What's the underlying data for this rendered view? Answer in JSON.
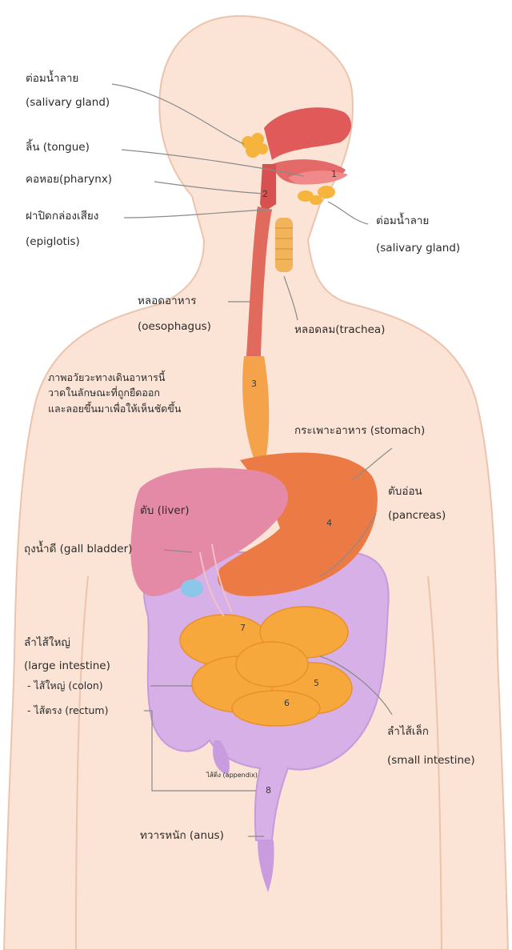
{
  "labels": {
    "salivary_gland_th_upper": "ต่อมน้ำลาย",
    "salivary_gland_en_upper": "(salivary gland)",
    "tongue": "ลิ้น (tongue)",
    "pharynx": "คอหอย(pharynx)",
    "epiglottis_th": "ฝาปิดกล่องเสียง",
    "epiglottis_en": "(epiglotis)",
    "salivary_gland_th_right": "ต่อมน้ำลาย",
    "salivary_gland_en_right": "(salivary gland)",
    "oesophagus_th": "หลอดอาหาร",
    "oesophagus_en": "(oesophagus)",
    "trachea": "หลอดลม(trachea)",
    "note_line1": "ภาพอวัยวะทางเดินอาหารนี้",
    "note_line2": "วาดในลักษณะที่ถูกยืดออก",
    "note_line3": "และลอยขึ้นมาเพื่อให้เห็นชัดขึ้น",
    "stomach": "กระเพาะอาหาร (stomach)",
    "pancreas_th": "ตับอ่อน",
    "pancreas_en": "(pancreas)",
    "liver": "ตับ (liver)",
    "gall_bladder": "ถุงน้ำดี (gall bladder)",
    "large_intestine_th": "ลำไส้ใหญ่",
    "large_intestine_en": "(large intestine)",
    "colon": "- ไส้ใหญ่ (colon)",
    "rectum": "- ไส้ตรง (rectum)",
    "small_intestine_th": "ลำไส้เล็ก",
    "small_intestine_en": "(small intestine)",
    "appendix": "ไส้ติ่ง (appendix)",
    "anus": "ทวารหนัก (anus)"
  },
  "numbers": {
    "n1": "1",
    "n2": "2",
    "n3": "3",
    "n4": "4",
    "n5": "5",
    "n6": "6",
    "n7": "7",
    "n8": "8"
  },
  "colors": {
    "skin": "#fbe4d6",
    "skin_outline": "#e8b9a2",
    "mouth_tract": "#e05a5a",
    "salivary": "#f5b43c",
    "oesophagus": "#e06a5c",
    "stomach": "#ec7a45",
    "liver": "#e58aa6",
    "gall_bladder": "#8ac7e8",
    "intestine_small": "#f7a83c",
    "intestine_large": "#d6b0e6",
    "trachea": "#f2b45a",
    "leader": "#8a8a8a"
  }
}
